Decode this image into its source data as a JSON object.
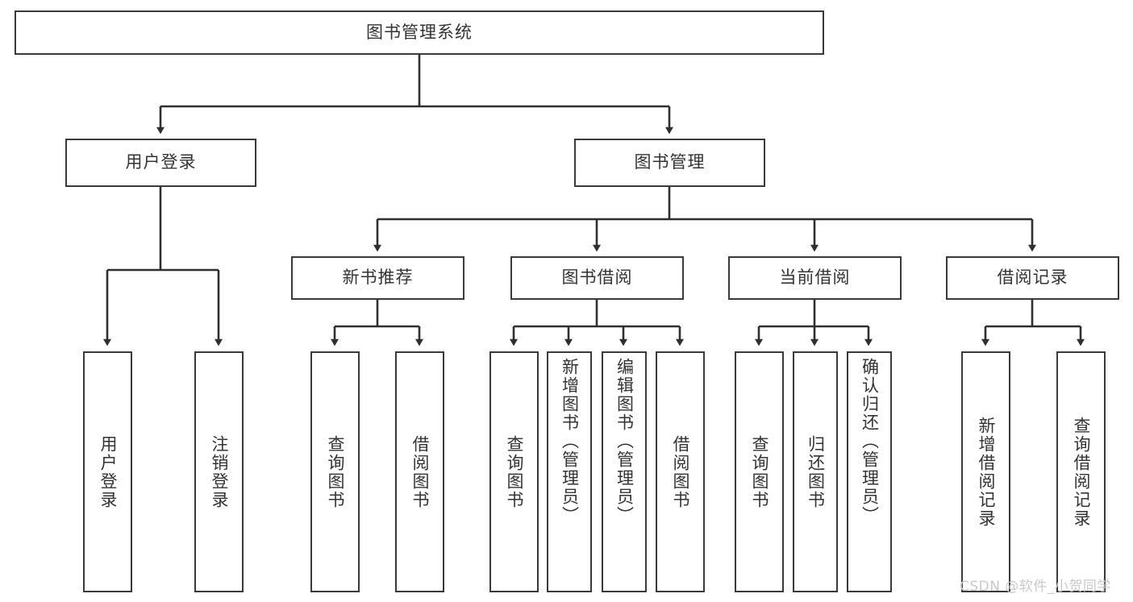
{
  "diagram": {
    "type": "tree-hierarchy-chart",
    "title": "图书管理系统",
    "stroke_color": "#3a3a3a",
    "text_color": "#333333",
    "background_color": "#ffffff",
    "root": {
      "label": "图书管理系统"
    },
    "level2": [
      {
        "label": "用户登录"
      },
      {
        "label": "图书管理"
      }
    ],
    "level3": [
      {
        "label": "新书推荐"
      },
      {
        "label": "图书借阅"
      },
      {
        "label": "当前借阅"
      },
      {
        "label": "借阅记录"
      }
    ],
    "leaves": {
      "user_login": [
        {
          "label": "用户登录"
        },
        {
          "label": "注销登录"
        }
      ],
      "new_book_recommend": [
        {
          "label": "查询图书"
        },
        {
          "label": "借阅图书"
        }
      ],
      "book_borrow": [
        {
          "label": "查询图书"
        },
        {
          "label": "新增图书（管理员）"
        },
        {
          "label": "编辑图书（管理员）"
        },
        {
          "label": "借阅图书"
        }
      ],
      "current_borrow": [
        {
          "label": "查询图书"
        },
        {
          "label": "归还图书"
        },
        {
          "label": "确认归还（管理员）"
        }
      ],
      "borrow_record": [
        {
          "label": "新增借阅记录"
        },
        {
          "label": "查询借阅记录"
        }
      ]
    }
  },
  "watermark": {
    "text": "CSDN @软件_小贺同学"
  }
}
